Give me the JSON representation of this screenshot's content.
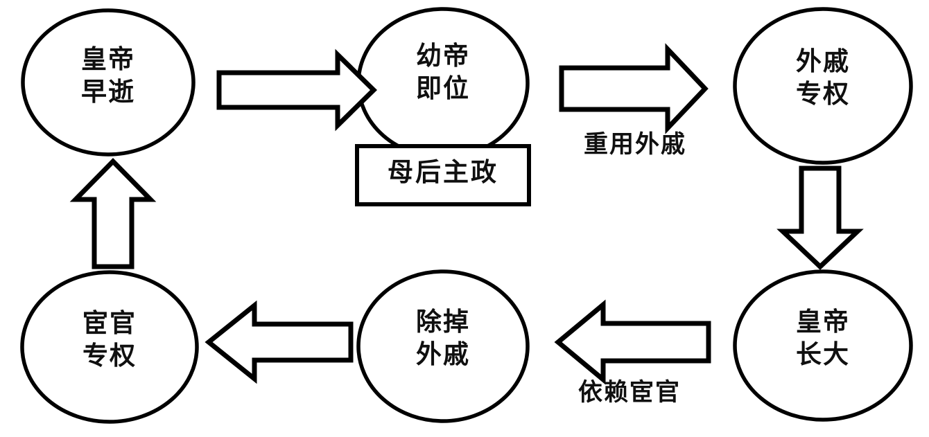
{
  "diagram": {
    "type": "cycle-flowchart",
    "background_color": "#ffffff",
    "stroke_color": "#000000",
    "text_color": "#101010",
    "nodes": [
      {
        "id": "emperor-dies-early",
        "shape": "ellipse",
        "label": "皇帝\n早逝"
      },
      {
        "id": "young-emperor-enthroned",
        "shape": "ellipse",
        "label": "幼帝\n即位"
      },
      {
        "id": "empress-dowager-rules",
        "shape": "rectangle",
        "label": "母后主政"
      },
      {
        "id": "consort-kin-monopolize",
        "shape": "ellipse",
        "label": "外戚\n专权"
      },
      {
        "id": "emperor-grows-up",
        "shape": "ellipse",
        "label": "皇帝\n长大"
      },
      {
        "id": "remove-consort-kin",
        "shape": "ellipse",
        "label": "除掉\n外戚"
      },
      {
        "id": "eunuchs-monopolize",
        "shape": "ellipse",
        "label": "宦官\n专权"
      }
    ],
    "edges": [
      {
        "id": "edge-dies-to-enthroned",
        "from": "emperor-dies-early",
        "to": "young-emperor-enthroned",
        "direction": "right",
        "label": ""
      },
      {
        "id": "edge-enthroned-to-consort",
        "from": "young-emperor-enthroned",
        "to": "consort-kin-monopolize",
        "direction": "right",
        "label": "重用外戚"
      },
      {
        "id": "edge-consort-to-grown",
        "from": "consort-kin-monopolize",
        "to": "emperor-grows-up",
        "direction": "down",
        "label": ""
      },
      {
        "id": "edge-grown-to-remove",
        "from": "emperor-grows-up",
        "to": "remove-consort-kin",
        "direction": "left",
        "label": "依赖宦官"
      },
      {
        "id": "edge-remove-to-eunuchs",
        "from": "remove-consort-kin",
        "to": "eunuchs-monopolize",
        "direction": "left",
        "label": ""
      },
      {
        "id": "edge-eunuchs-to-dies",
        "from": "eunuchs-monopolize",
        "to": "emperor-dies-early",
        "direction": "up",
        "label": ""
      }
    ]
  }
}
